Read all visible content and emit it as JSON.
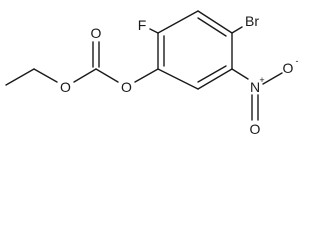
{
  "atoms": {
    "fluorine": "F",
    "bromine": "Br",
    "ester_oxygen_1": "O",
    "carbonyl_oxygen": "O",
    "ester_oxygen_2": "O",
    "nitro_nitrogen": "N",
    "nitro_nitrogen_charge": "+",
    "nitro_oxygen": "O",
    "nitro_oxygen_charge": "-"
  }
}
